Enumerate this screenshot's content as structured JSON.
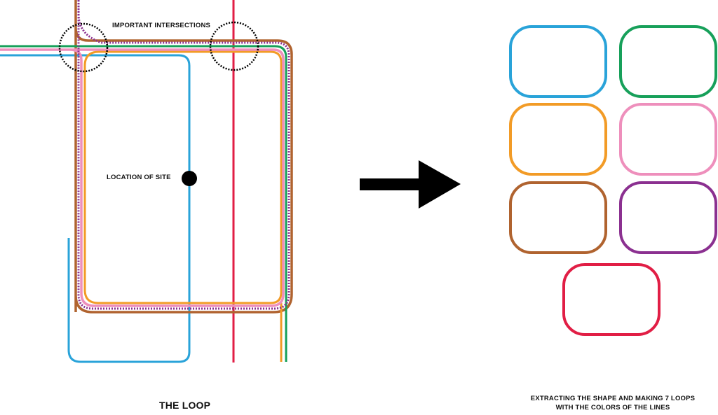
{
  "labels": {
    "important_intersections": "IMPORTANT INTERSECTIONS",
    "location_of_site": "LOCATION OF SITE",
    "title": "THE LOOP",
    "caption": "EXTRACTING THE SHAPE AND MAKING 7 LOOPS WITH THE COLORS OF THE LINES"
  },
  "colors": {
    "blue": "#29a3d9",
    "green": "#17a05a",
    "orange": "#f29b26",
    "pink": "#ee8fbc",
    "brown": "#b0632f",
    "purple": "#8b3090",
    "red": "#e11e45",
    "black": "#000000"
  },
  "loops": [
    {
      "name": "blue",
      "color": "#29a3d9"
    },
    {
      "name": "green",
      "color": "#17a05a"
    },
    {
      "name": "orange",
      "color": "#f29b26"
    },
    {
      "name": "pink",
      "color": "#ee8fbc"
    },
    {
      "name": "brown",
      "color": "#b0632f"
    },
    {
      "name": "purple",
      "color": "#8b3090"
    },
    {
      "name": "red",
      "color": "#e11e45"
    }
  ]
}
